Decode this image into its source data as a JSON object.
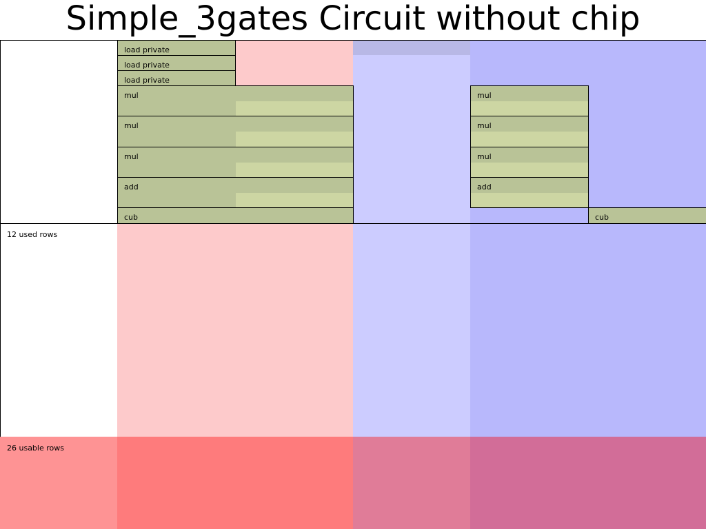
{
  "title": "Simple_3gates Circuit without chip",
  "row_labels": {
    "used": "12 used rows",
    "usable": "26 usable rows"
  },
  "gates": {
    "load_private_1": "load private",
    "load_private_2": "load private",
    "load_private_3": "load private",
    "mul_1": "mul",
    "mul_2": "mul",
    "mul_3": "mul",
    "add_1": "add",
    "cub_1": "cub",
    "mul_4": "mul",
    "mul_5": "mul",
    "mul_6": "mul",
    "add_2": "add",
    "cub_2": "cub"
  },
  "colors": {
    "advice_column": "#fdcacb",
    "fixed_column": "#ccccff",
    "instance_column": "#b8b8fc",
    "blinding_label": "#fe9394",
    "blinding_advice": "#fe7b7c",
    "blinding_fixed": "#e07c98",
    "blinding_instance": "#d26d98",
    "gate_region": "#b9c397",
    "gate_cell": "#cdd6a3"
  }
}
